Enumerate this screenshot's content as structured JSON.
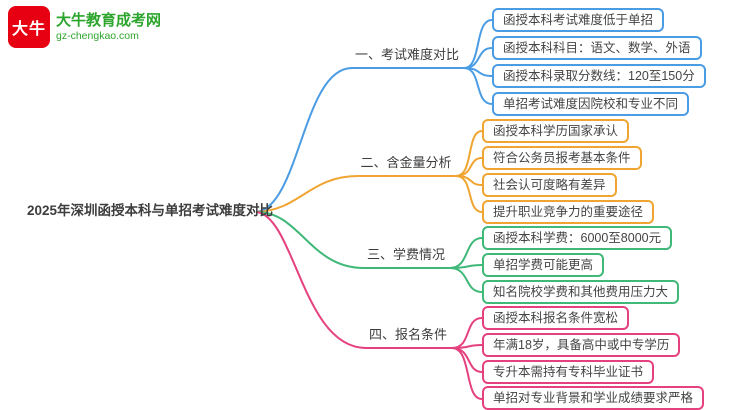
{
  "site": {
    "logo_mark": "大牛",
    "name": "大牛教育成考网",
    "domain": "gz-chengkao.com",
    "brand_red": "#e60012",
    "brand_green": "#2da52d"
  },
  "root": {
    "label": "2025年深圳函授本科与单招考试难度对比"
  },
  "branches": [
    {
      "label": "一、考试难度对比",
      "color": "#4a9ce4",
      "items": [
        "函授本科考试难度低于单招",
        "函授本科科目：语文、数学、外语",
        "函授本科录取分数线：120至150分",
        "单招考试难度因院校和专业不同"
      ]
    },
    {
      "label": "二、含金量分析",
      "color": "#f0a532",
      "items": [
        "函授本科学历国家承认",
        "符合公务员报考基本条件",
        "社会认可度略有差异",
        "提升职业竞争力的重要途径"
      ]
    },
    {
      "label": "三、学费情况",
      "color": "#3fb878",
      "items": [
        "函授本科学费：6000至8000元",
        "单招学费可能更高",
        "知名院校学费和其他费用压力大"
      ]
    },
    {
      "label": "四、报名条件",
      "color": "#e6417f",
      "items": [
        "函授本科报名条件宽松",
        "年满18岁，具备高中或中专学历",
        "专升本需持有专科毕业证书",
        "单招对专业背景和学业成绩要求严格"
      ]
    }
  ]
}
